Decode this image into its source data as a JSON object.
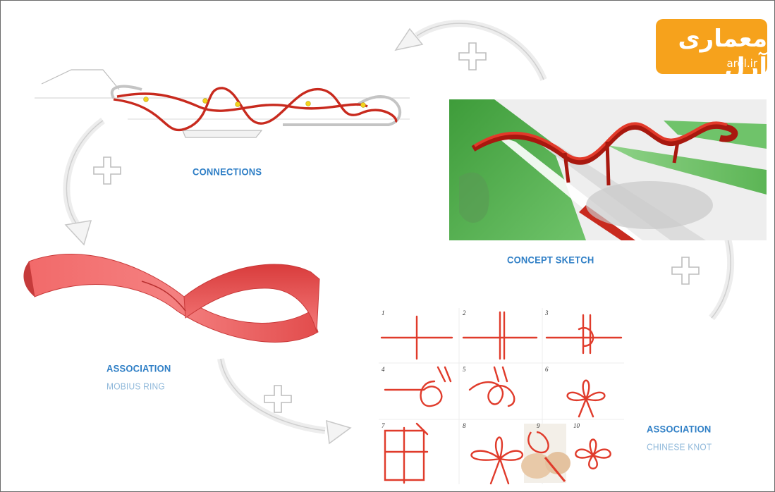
{
  "colors": {
    "accent_blue": "#2f7fc6",
    "sub_blue": "#8fb8da",
    "rope_red": "#d8281c",
    "mobius_red": "#ef5b5b",
    "logo_orange": "#f6a21c",
    "green": "#4fae48"
  },
  "labels": {
    "connections": "CONNECTIONS",
    "concept_sketch": "CONCEPT SKETCH",
    "association_1": "ASSOCIATION",
    "mobius_ring": "MOBIUS RING",
    "association_2": "ASSOCIATION",
    "chinese_knot": "CHINESE KNOT"
  },
  "logo": {
    "persian": "معماری آرل",
    "domain": "arel.ir"
  },
  "knot_steps": [
    "1",
    "2",
    "3",
    "4",
    "5",
    "6",
    "7",
    "8",
    "9",
    "10"
  ],
  "icons": [
    "plus-icon",
    "arrow-icon"
  ]
}
